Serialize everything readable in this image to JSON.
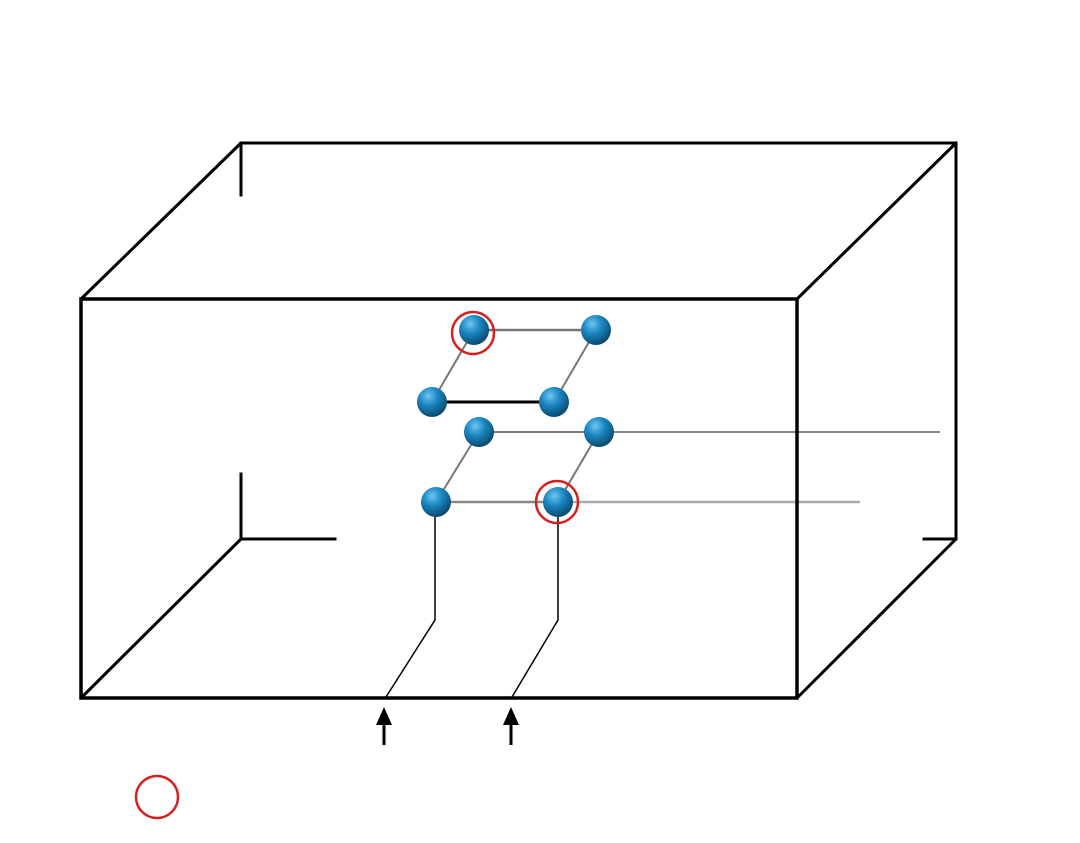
{
  "diagram": {
    "kind": "3d-box-with-point-lattice",
    "colors": {
      "background": "#ffffff",
      "box_edge": "#000000",
      "lattice_line": "#777777",
      "projection_line": "#999999",
      "sphere_light": "#6ec6ee",
      "sphere_mid": "#1b88c4",
      "sphere_dark": "#0b4a6e",
      "marker_ring": "#d62020",
      "arrow": "#000000"
    },
    "lattice": {
      "upper_layer_points": 4,
      "lower_layer_points": 4,
      "highlighted_points": 2,
      "thick_edge_count": 1
    },
    "indicators": {
      "upward_arrows": 2,
      "legend_marker": "red-ring"
    },
    "icons": {
      "point": "sphere-icon",
      "highlight": "circle-marker-icon",
      "arrow": "up-arrow-icon"
    }
  }
}
